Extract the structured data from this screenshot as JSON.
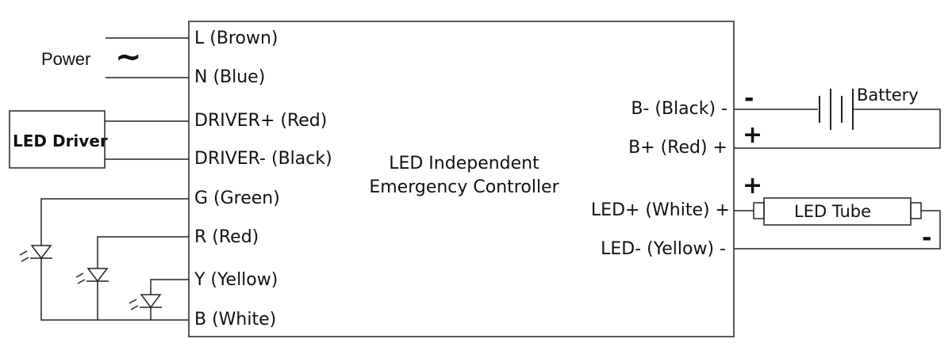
{
  "power": {
    "label": "Power",
    "symbol": "~"
  },
  "led_driver": {
    "label": "LED Driver"
  },
  "controller": {
    "title_line1": "LED Independent",
    "title_line2": "Emergency Controller"
  },
  "left_terminals": {
    "l": "L (Brown)",
    "n": "N (Blue)",
    "driver_pos": "DRIVER+ (Red)",
    "driver_neg": "DRIVER- (Black)",
    "g": "G (Green)",
    "r": "R (Red)",
    "y": "Y (Yellow)",
    "b": "B (White)"
  },
  "right_terminals": {
    "b_neg": "B- (Black) -",
    "b_pos": "B+ (Red) +",
    "led_pos": "LED+ (White) +",
    "led_neg": "LED- (Yellow) -"
  },
  "battery": {
    "label": "Battery",
    "neg_sign": "-",
    "pos_sign": "+"
  },
  "led_tube": {
    "label": "LED Tube",
    "pos_sign": "+",
    "neg_sign": "-"
  }
}
